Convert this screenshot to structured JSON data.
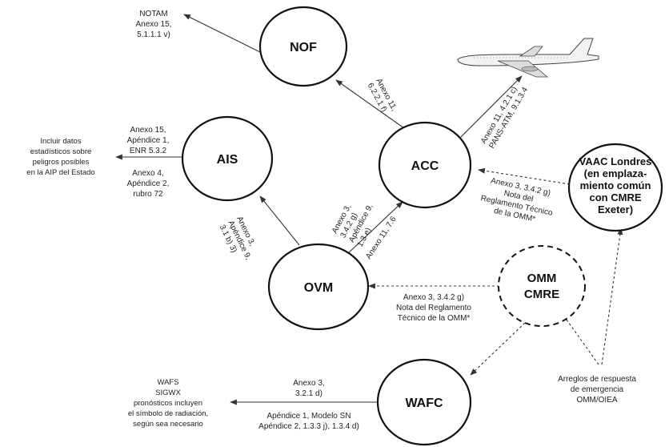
{
  "nodes": {
    "nof": "NOF",
    "ais": "AIS",
    "acc": "ACC",
    "ovm": "OVM",
    "wafc": "WAFC",
    "omm_line1": "OMM",
    "omm_line2": "CMRE",
    "vaac_line1": "VAAC Londres",
    "vaac_line2": "(en emplaza-",
    "vaac_line3": "miento común",
    "vaac_line4": "con CMRE",
    "vaac_line5": "Exeter)"
  },
  "notes": {
    "notam_line1": "NOTAM",
    "notam_line2": "Anexo 15,",
    "notam_line3": "5.1.1.1 v)",
    "ais_data_line1": "Incluir datos",
    "ais_data_line2": "estadísticos sobre",
    "ais_data_line3": "peligros posibles",
    "ais_data_line4": "en la AIP del Estado",
    "ais_ref1_line1": "Anexo 15,",
    "ais_ref1_line2": "Apéndice 1,",
    "ais_ref1_line3": "ENR 5.3.2",
    "ais_ref2_line1": "Anexo 4,",
    "ais_ref2_line2": "Apéndice 2,",
    "ais_ref2_line3": "rubro 72",
    "acc_nof_line1": "Anexo 11,",
    "acc_nof_line2": "6.2.2.1 f)",
    "acc_aircraft_line1": "Anexo 11, 4.2.1 c)",
    "acc_aircraft_line2": "PANS-ATM, 9.1.3.4",
    "vaac_acc_line1": "Anexo 3, 3.4.2 g)",
    "vaac_acc_line2": "Nota del",
    "vaac_acc_line3": "Reglamento Técnico",
    "vaac_acc_line4": "de la OMM*",
    "ovm_acc_a_line1": "Anexo 3,",
    "ovm_acc_a_line2": "3.4.2 g)",
    "ovm_acc_a_line3": "Apéndice 9,",
    "ovm_acc_a_line4": "1.3 e)",
    "ovm_acc_b": "Anexo 11, 7.6",
    "ovm_ais_line1": "Anexo 3,",
    "ovm_ais_line2": "Apéndice 9,",
    "ovm_ais_line3": "3.1 b) 3)",
    "omm_ovm_line1": "Anexo 3, 3.4.2 g)",
    "omm_ovm_line2": "Nota del Reglamento",
    "omm_ovm_line3": "Técnico de la OMM*",
    "wafc_ref1_line1": "Anexo 3,",
    "wafc_ref1_line2": "3.2.1 d)",
    "wafc_ref2_line1": "Apéndice 1, Modelo SN",
    "wafc_ref2_line2": "Apéndice 2, 1.3.3 j), 1.3.4 d)",
    "wafs_line1": "WAFS",
    "wafs_line2": "SIGWX",
    "wafs_line3": "pronósticos incluyen",
    "wafs_line4": "el símbolo de radiación,",
    "wafs_line5": "según sea necesario",
    "arreglos_line1": "Arreglos de respuesta",
    "arreglos_line2": "de emergencia",
    "arreglos_line3": "OMM/OIEA"
  }
}
